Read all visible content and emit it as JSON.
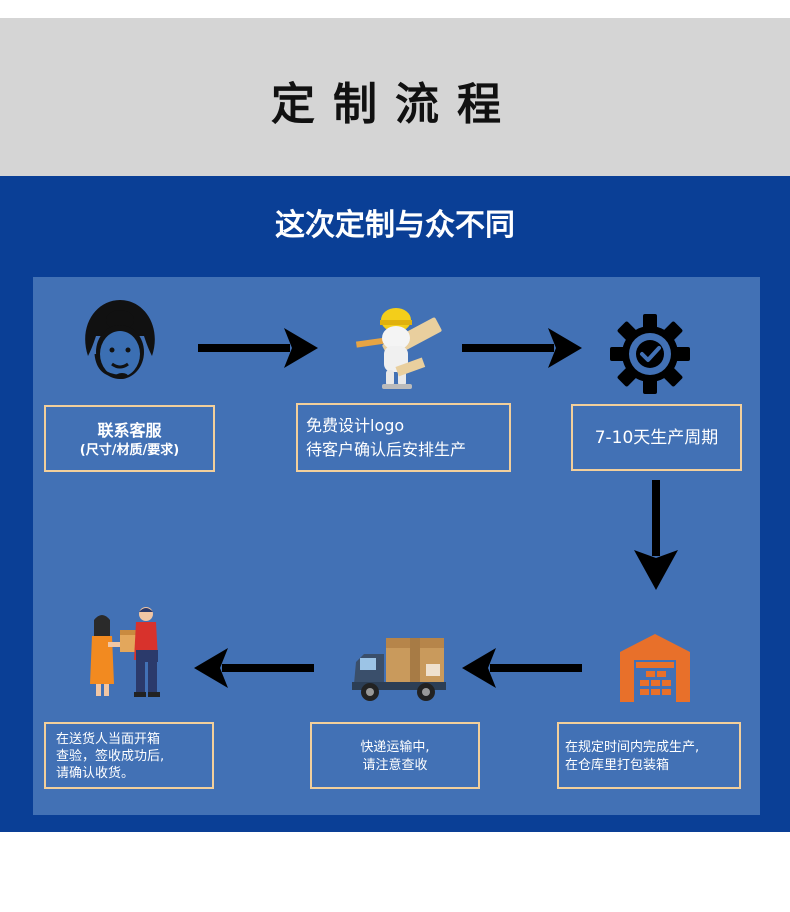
{
  "header": {
    "title": "定制流程"
  },
  "banner": {
    "subtitle": "这次定制与众不同"
  },
  "steps": [
    {
      "title": "联系客服",
      "detail": "(尺寸/材质/要求)"
    },
    {
      "line1": "免费设计logo",
      "line2": "待客户确认后安排生产"
    },
    {
      "text": "7-10天生产周期"
    },
    {
      "line1": "在规定时间内完成生产,",
      "line2": "在仓库里打包装箱"
    },
    {
      "line1": "快递运输中,",
      "line2": "请注意查收"
    },
    {
      "line1": "在送货人当面开箱",
      "line2": "查验，签收成功后,",
      "line3": "请确认收货。"
    }
  ],
  "icons": [
    "customer-service-icon",
    "designer-icon",
    "gear-check-icon",
    "warehouse-icon",
    "delivery-truck-icon",
    "handover-icon"
  ],
  "colors": {
    "header_bg": "#d5d5d5",
    "band_bg": "#0a3f96",
    "panel_bg": "#4271b5",
    "box_border": "#f2cf9b",
    "warehouse": "#e8702a"
  }
}
